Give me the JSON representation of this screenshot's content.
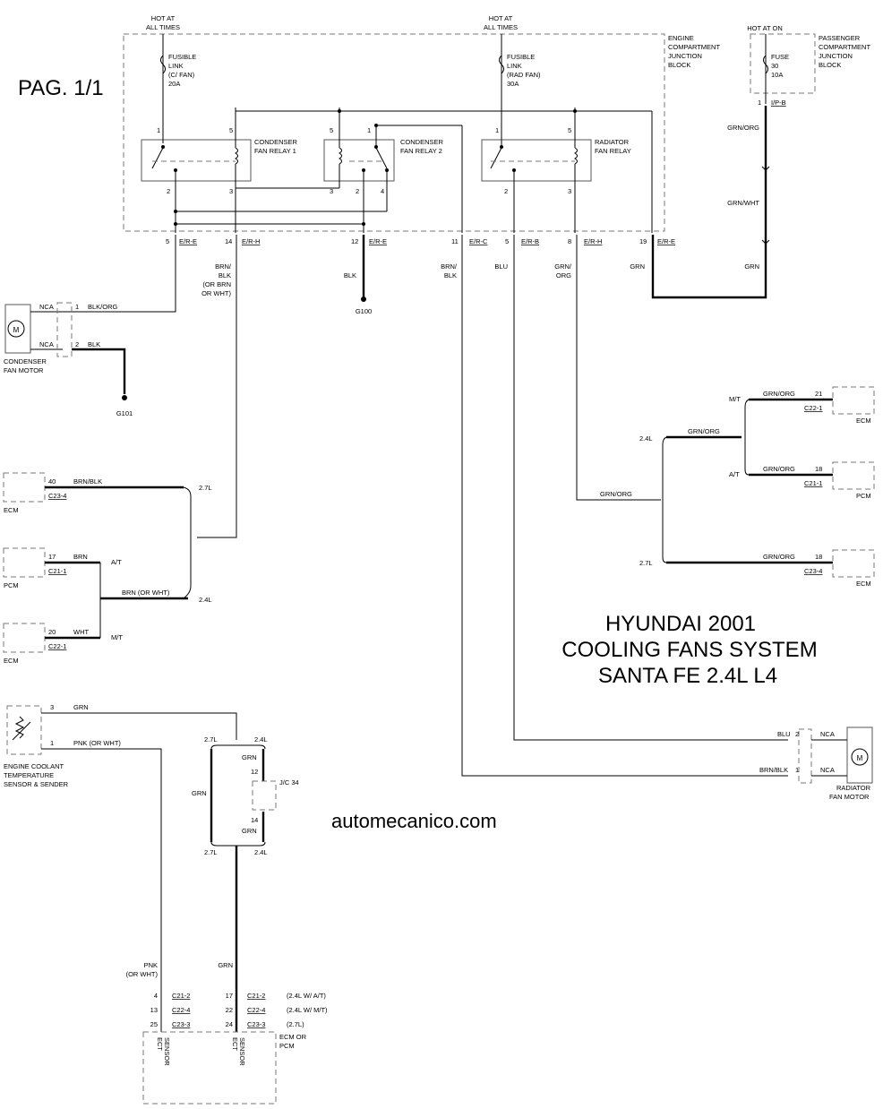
{
  "page_label": "PAG. 1/1",
  "title": {
    "line1": "HYUNDAI 2001",
    "line2": "COOLING FANS SYSTEM",
    "line3": "SANTA FE 2.4L L4"
  },
  "watermark": "automecanico.com",
  "power": {
    "hot_all_times_1": [
      "HOT AT",
      "ALL TIMES"
    ],
    "hot_all_times_2": [
      "HOT AT",
      "ALL TIMES"
    ],
    "hot_at_on": "HOT AT ON"
  },
  "fuses": {
    "link1": [
      "FUSIBLE",
      "LINK",
      "(C/ FAN)",
      "20A"
    ],
    "link2": [
      "FUSIBLE",
      "LINK",
      "(RAD FAN)",
      "30A"
    ],
    "fuse30": [
      "FUSE",
      "30",
      "10A"
    ]
  },
  "blocks": {
    "engine_junction": [
      "ENGINE",
      "COMPARTMENT",
      "JUNCTION",
      "BLOCK"
    ],
    "passenger_junction": [
      "PASSENGER",
      "COMPARTMENT",
      "JUNCTION",
      "BLOCK"
    ]
  },
  "relays": {
    "cond1": [
      "CONDENSER",
      "FAN RELAY 1"
    ],
    "cond2": [
      "CONDENSER",
      "FAN RELAY 2"
    ],
    "radiator": [
      "RADIATOR",
      "FAN RELAY"
    ]
  },
  "relay_pins": {
    "r1_top": [
      "1",
      "5"
    ],
    "r1_bot": [
      "2",
      "3"
    ],
    "r2_top": [
      "5",
      "1"
    ],
    "r2_bot": [
      "3",
      "2",
      "4"
    ],
    "r3_top": [
      "1",
      "5"
    ],
    "r3_bot": [
      "2",
      "3"
    ]
  },
  "connector_row": [
    {
      "pin": "5",
      "conn": "E/R-E"
    },
    {
      "pin": "14",
      "conn": "E/R-H"
    },
    {
      "pin": "12",
      "conn": "E/R-E"
    },
    {
      "pin": "11",
      "conn": "E/R-C"
    },
    {
      "pin": "5",
      "conn": "E/R-B"
    },
    {
      "pin": "8",
      "conn": "E/R-H"
    },
    {
      "pin": "19",
      "conn": "E/R-E"
    }
  ],
  "ipb": {
    "pin": "1",
    "conn": "I/P-B"
  },
  "wires": {
    "grn_org": "GRN/ORG",
    "grn_wht": "GRN/WHT",
    "grn": "GRN",
    "brn_blk_alt": [
      "BRN/",
      "BLK",
      "(OR BRN",
      "OR WHT)"
    ],
    "blk": "BLK",
    "brn_blk": [
      "BRN/",
      "BLK"
    ],
    "blu": "BLU",
    "grn_org2": [
      "GRN/",
      "ORG"
    ],
    "grn2": "GRN",
    "grn3": "GRN"
  },
  "grounds": {
    "g100": "G100",
    "g101": "G101"
  },
  "condenser_motor": {
    "label": [
      "CONDENSER",
      "FAN MOTOR"
    ],
    "m": "M",
    "pin1": {
      "nca": "NCA",
      "pin": "1",
      "wire": "BLK/ORG"
    },
    "pin2": {
      "nca": "NCA",
      "pin": "2",
      "wire": "BLK"
    }
  },
  "ecm_left": {
    "ecm1": {
      "pin": "40",
      "wire": "BRN/BLK",
      "conn": "C23-4",
      "label": "ECM",
      "eng": "2.7L"
    },
    "pcm": {
      "pin": "17",
      "wire": "BRN",
      "conn": "C21-1",
      "label": "PCM",
      "trans": "A/T"
    },
    "mid_wire": "BRN (OR WHT)",
    "eng24": "2.4L",
    "ecm2": {
      "pin": "20",
      "wire": "WHT",
      "conn": "C22-1",
      "label": "ECM",
      "trans": "M/T"
    }
  },
  "ecm_right": {
    "mt": {
      "trans": "M/T",
      "wire": "GRN/ORG",
      "pin": "21",
      "conn": "C22-1",
      "label": "ECM"
    },
    "at": {
      "trans": "A/T",
      "wire": "GRN/ORG",
      "pin": "18",
      "conn": "C21-1",
      "label": "PCM"
    },
    "eng24": "2.4L",
    "wire24": "GRN/ORG",
    "trunk_wire": "GRN/ORG",
    "l27": {
      "eng": "2.7L",
      "wire": "GRN/ORG",
      "pin": "18",
      "conn": "C23-4",
      "label": "ECM"
    }
  },
  "radiator_motor": {
    "label": [
      "RADIATOR",
      "FAN MOTOR"
    ],
    "m": "M",
    "pin2": {
      "wire": "BLU",
      "pin": "2",
      "nca": "NCA"
    },
    "pin1": {
      "wire": "BRN/BLK",
      "pin": "1",
      "nca": "NCA"
    }
  },
  "coolant_sensor": {
    "label": [
      "ENGINE COOLANT",
      "TEMPERATURE",
      "SENSOR & SENDER"
    ],
    "pin3": {
      "pin": "3",
      "wire": "GRN"
    },
    "pin1": {
      "pin": "1",
      "wire": "PNK (OR WHT)"
    }
  },
  "jc34": {
    "top_left": "2.7L",
    "top_right": "2.4L",
    "grn_a": "GRN",
    "pin12": "12",
    "label": "J/C 34",
    "grn_left": "GRN",
    "pin14": "14",
    "grn_b": "GRN",
    "bot_left": "2.7L",
    "bot_right": "2.4L"
  },
  "ect_bottom": {
    "pnk": [
      "PNK",
      "(OR WHT)"
    ],
    "grn": "GRN",
    "rows": [
      {
        "p1": "4",
        "c1": "C21-2",
        "p2": "17",
        "c2": "C21-2",
        "note": "(2.4L W/ A/T)"
      },
      {
        "p1": "13",
        "c1": "C22-4",
        "p2": "22",
        "c2": "C22-4",
        "note": "(2.4L W/ M/T)"
      },
      {
        "p1": "25",
        "c1": "C23-3",
        "p2": "24",
        "c2": "C23-3",
        "note": "(2.7L)"
      }
    ],
    "sensor_a": [
      "ECT",
      "SENSOR"
    ],
    "sensor_b": [
      "ECT",
      "SENSOR"
    ],
    "module": [
      "ECM OR",
      "PCM"
    ]
  }
}
